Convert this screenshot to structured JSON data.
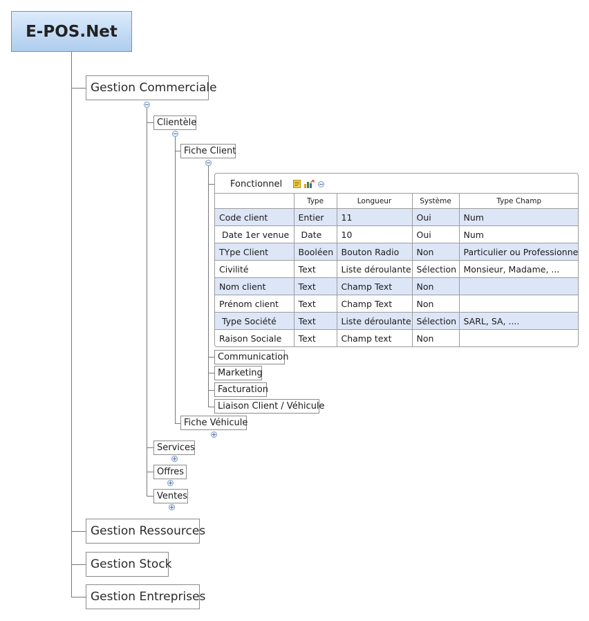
{
  "root": {
    "label": "E-POS.Net"
  },
  "level1": {
    "gestion_commerciale": "Gestion Commerciale",
    "gestion_ressources": "Gestion Ressources",
    "gestion_stock": "Gestion Stock",
    "gestion_entreprises": "Gestion Entreprises"
  },
  "level2": {
    "clientele": "Clientèle",
    "services": "Services",
    "offres": "Offres",
    "ventes": "Ventes"
  },
  "level3": {
    "fiche_client": "Fiche Client",
    "fiche_vehicule": "Fiche Véhicule"
  },
  "level4": {
    "communication": "Communication",
    "marketing": "Marketing",
    "facturation": "Facturation",
    "liaison": "Liaison Client / Véhicule"
  },
  "table": {
    "title": "Fonctionnel",
    "icons": [
      "note-icon",
      "chart-icon",
      "collapse-icon"
    ],
    "headers": [
      "",
      "Type",
      "Longueur",
      "Système",
      "Type Champ"
    ],
    "rows": [
      [
        "Code client",
        "Entier",
        "11",
        "Oui",
        "Num"
      ],
      [
        " Date 1er venue",
        " Date",
        "10",
        "Oui",
        "Num"
      ],
      [
        "TYpe Client",
        "Booléen",
        "Bouton Radio",
        "Non",
        "Particulier ou Professionnel"
      ],
      [
        "Civilité",
        "Text",
        "Liste déroulante",
        "Sélection",
        "Monsieur, Madame, ..."
      ],
      [
        "Nom client",
        "Text",
        "Champ Text",
        "Non",
        ""
      ],
      [
        "Prénom client",
        "Text",
        "Champ Text",
        "Non",
        ""
      ],
      [
        " Type Société",
        "Text",
        "Liste déroulante",
        "Sélection",
        "SARL, SA, ...."
      ],
      [
        "Raison Sociale",
        "Text",
        "Champ text",
        "Non",
        ""
      ]
    ]
  },
  "colors": {
    "root_fill_top": "#dcebfb",
    "root_fill_bottom": "#aecdee",
    "row_shade": "#dde6f7",
    "connector": "#777777"
  }
}
